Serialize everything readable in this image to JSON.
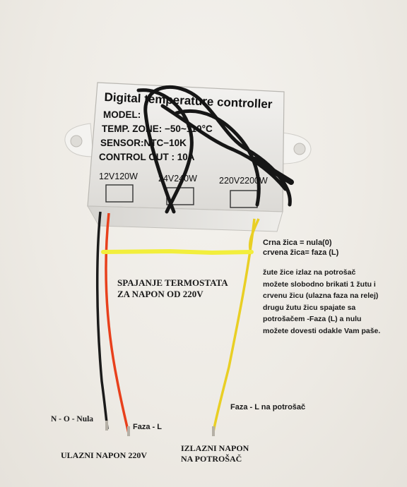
{
  "device": {
    "title": "Digital temperature controller",
    "spec_model": "MODEL:",
    "spec_temp": "TEMP. ZONE: −50~110°C",
    "spec_sensor": "SENSOR:NTC−10K",
    "spec_control": "CONTROL OUT : 10A",
    "voltage_options": [
      "12V120W",
      "24V240W",
      "220V2200W"
    ]
  },
  "annotations": {
    "wire_legend_black": "Crna žica = nula(0)",
    "wire_legend_red": "crvena žica= faza (L)",
    "title_line1": "SPAJANJE TERMOSTATA",
    "title_line2": "ZA NAPON OD 220V",
    "instructions": "žute žice izlaz na potrošač\nmožete slobodno brikati 1 žutu i\ncrvenu žicu (ulazna faza na relej)\ndrugu žutu žicu spajate sa\npotrošačem -Faza (L) a nulu\nmožete dovesti odakle Vam paše.",
    "label_null": "N - O - Nula",
    "label_phase": "Faza - L",
    "label_input": "ULAZNI NAPON 220V",
    "label_load_phase": "Faza - L na potrošač",
    "label_output_line1": "IZLAZNI NAPON",
    "label_output_line2": "NA POTROŠAČ"
  },
  "colors": {
    "wire_black": "#1b1b1b",
    "wire_red": "#e8401c",
    "wire_yellow": "#e9cf24",
    "highlight_yellow": "#f2ee3c",
    "housing": "#ecebe8"
  }
}
